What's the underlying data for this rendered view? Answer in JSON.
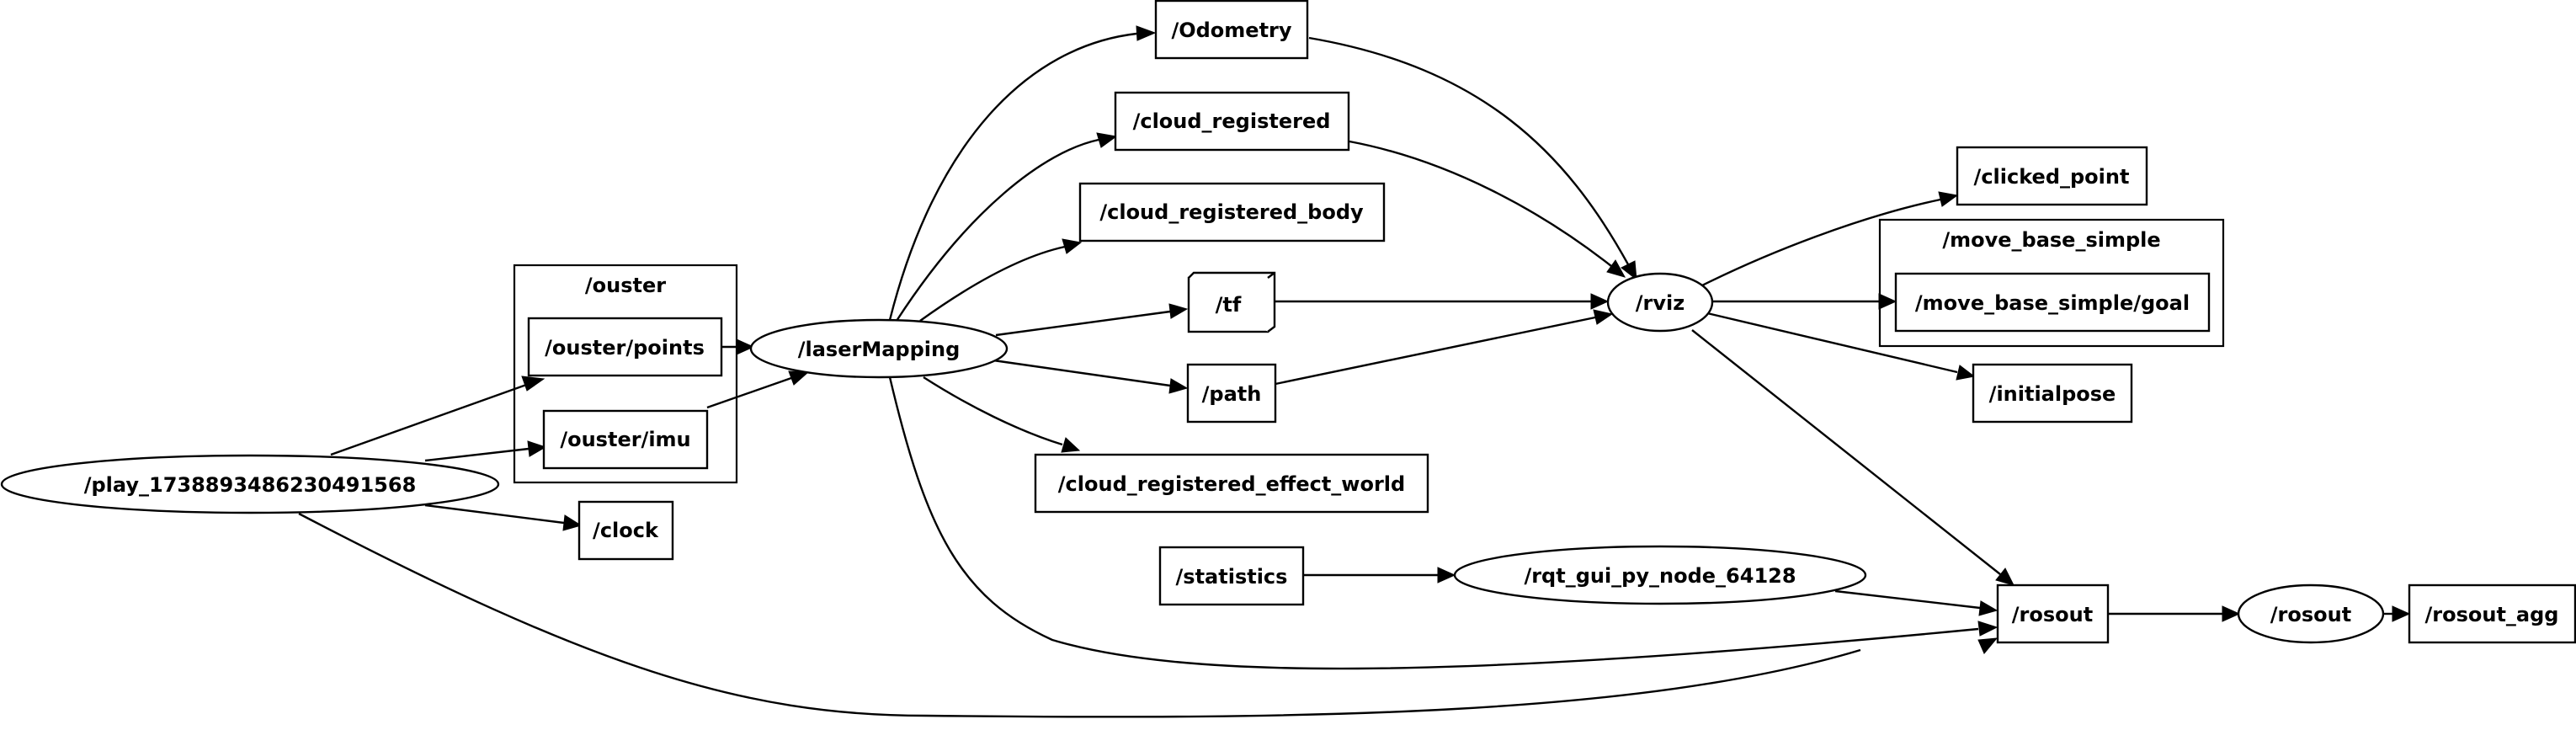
{
  "clusters": {
    "ouster": "/ouster",
    "move_base_simple": "/move_base_simple"
  },
  "nodes": {
    "play": "/play_1738893486230491568",
    "ouster_points": "/ouster/points",
    "ouster_imu": "/ouster/imu",
    "clock": "/clock",
    "laserMapping": "/laserMapping",
    "odometry": "/Odometry",
    "cloud_registered": "/cloud_registered",
    "cloud_registered_body": "/cloud_registered_body",
    "tf": "/tf",
    "path": "/path",
    "cloud_registered_effect_world": "/cloud_registered_effect_world",
    "statistics": "/statistics",
    "rqt_gui": "/rqt_gui_py_node_64128",
    "rviz": "/rviz",
    "clicked_point": "/clicked_point",
    "move_base_simple_goal": "/move_base_simple/goal",
    "initialpose": "/initialpose",
    "rosout_topic": "/rosout",
    "rosout_node": "/rosout",
    "rosout_agg": "/rosout_agg"
  }
}
